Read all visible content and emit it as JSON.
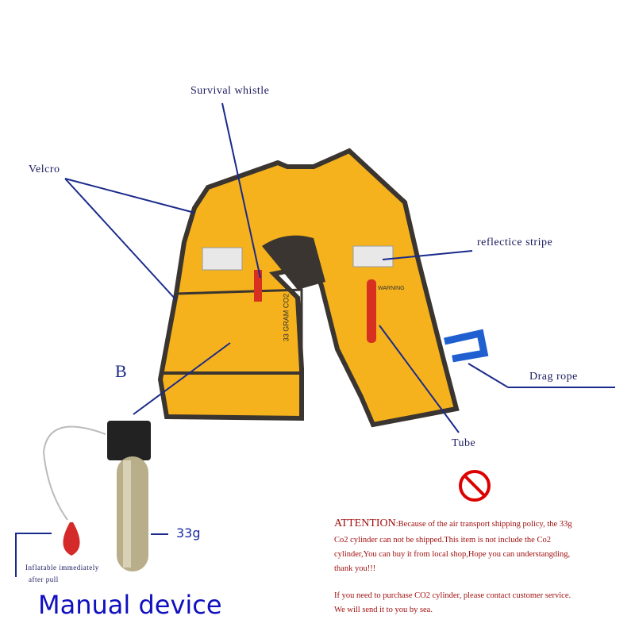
{
  "labels": {
    "survival_whistle": "Survival whistle",
    "velcro": "Velcro",
    "reflective_stripe": "reflectice  stripe",
    "drag_rope": "Drag rope",
    "tube": "Tube",
    "b": "B",
    "weight": "33g",
    "inflatable_line1": "Inflatable immediately",
    "inflatable_line2": "after pull",
    "manual_device": "Manual device"
  },
  "vest_print": {
    "cylinder_text": "33 GRAM CO2",
    "warning": "WARNING"
  },
  "notice": {
    "attention_head": "ATTENTION",
    "line1": ":Because of the air transport shipping policy, the 33g",
    "line2": " Co2 cylinder can not be shipped.This item is not include the Co2",
    "line3": "cylinder,You can buy it from local shop,Hope you can understangding,",
    "line4": "thank you!!!",
    "line5": "If you need to purchase CO2 cylinder, please contact customer service.",
    "line6": " We will send it to you by sea."
  },
  "colors": {
    "vest": "#f5b21c",
    "trim": "#3a3530",
    "annotation": "#1a2a8a",
    "notice": "#a01010"
  }
}
